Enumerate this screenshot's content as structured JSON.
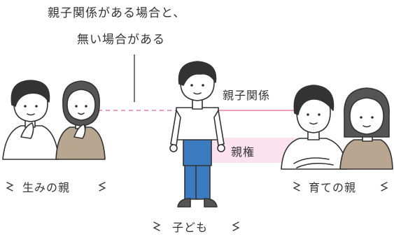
{
  "caption": {
    "line1": "親子関係がある場合と、",
    "line2": "無い場合がある"
  },
  "relations": {
    "parent_child": "親子関係",
    "custody": "親権"
  },
  "groups": {
    "birth_parents": "生みの親",
    "child": "子ども",
    "foster_parents": "育ての親"
  },
  "colors": {
    "accent": "#e97fa0",
    "custody_band": "#fbe2ec",
    "outline": "#333333",
    "skin": "#ffffff",
    "jeans": "#3b7bbf",
    "mother_sweater": "#b9a690",
    "hair": "#333333",
    "hair_light": "#555555"
  },
  "icons": {
    "deco_left": "spark-lines",
    "deco_right": "spark-lines"
  }
}
